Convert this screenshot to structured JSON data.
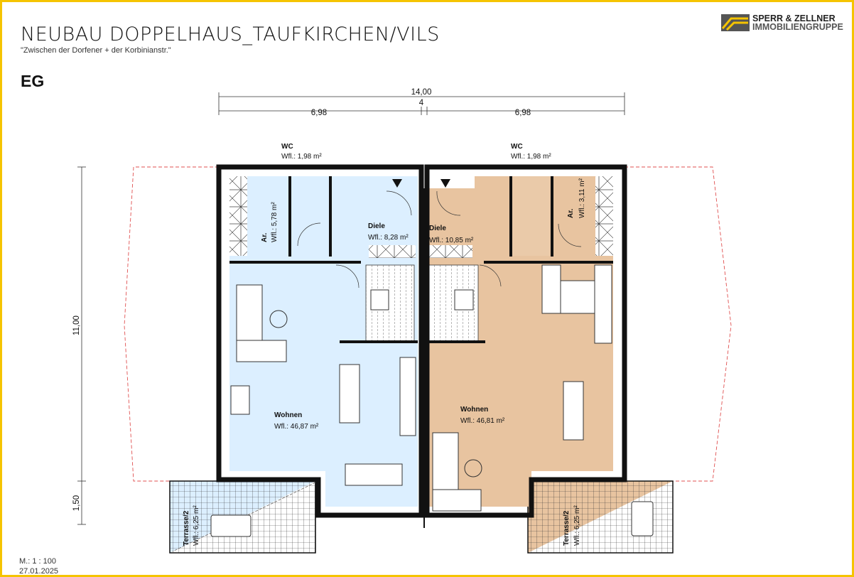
{
  "header": {
    "title": "NEUBAU DOPPELHAUS_TAUFKIRCHEN/VILS",
    "subtitle": "\"Zwischen der Dorfener + der Korbinianstr.\"",
    "floor": "EG"
  },
  "logo": {
    "line1": "SPERR & ZELLNER",
    "line2": "IMMOBILIENGRUPPE",
    "colors": {
      "yellow": "#f5c400",
      "grey": "#555555"
    }
  },
  "dimensions": {
    "total_width": "14,00",
    "center_mark": "4",
    "left_width": "6,98",
    "right_width": "6,98",
    "depth": "11,00",
    "terrace_depth": "1,50"
  },
  "colors": {
    "left_unit": "#dcefff",
    "right_unit": "#e8c4a0",
    "frame": "#f5c400",
    "plot_outline": "#e05050"
  },
  "rooms": {
    "left": {
      "wc": {
        "name": "WC",
        "area": "Wfl.: 1,98 m²"
      },
      "ar": {
        "name": "Ar.",
        "area": "Wfl.: 5,78 m²"
      },
      "diele": {
        "name": "Diele",
        "area": "Wfl.: 8,28 m²"
      },
      "wohnen": {
        "name": "Wohnen",
        "area": "Wfl.: 46,87 m²"
      },
      "terrasse": {
        "name": "Terrasse/2",
        "area": "Wfl.: 6,25 m²"
      }
    },
    "right": {
      "wc": {
        "name": "WC",
        "area": "Wfl.: 1,98 m²"
      },
      "ar": {
        "name": "Ar.",
        "area": "Wfl.: 3,11 m²"
      },
      "diele": {
        "name": "Diele",
        "area": "Wfl.: 10,85 m²"
      },
      "wohnen": {
        "name": "Wohnen",
        "area": "Wfl.: 46,81 m²"
      },
      "terrasse": {
        "name": "Terrasse/2",
        "area": "Wfl.: 6,25 m²"
      }
    }
  },
  "footer": {
    "scale": "M.: 1 : 100",
    "date": "27.01.2025"
  }
}
